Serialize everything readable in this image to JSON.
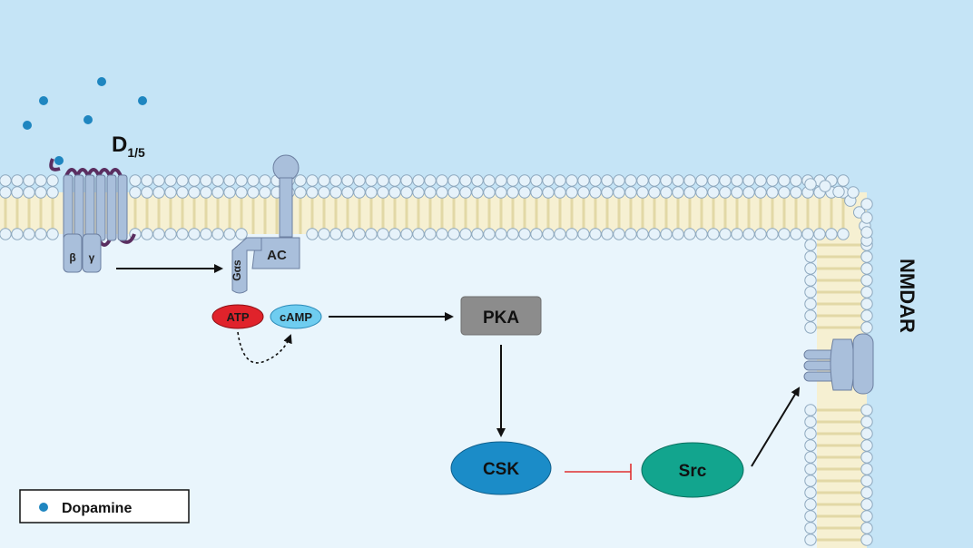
{
  "receptor": {
    "name": "D",
    "subscript": "1/5",
    "beta": "β",
    "gamma": "γ"
  },
  "g_protein": {
    "label": "Gαs"
  },
  "enzyme": {
    "label": "AC"
  },
  "atp": {
    "label": "ATP"
  },
  "camp": {
    "label": "cAMP"
  },
  "pka": {
    "label": "PKA"
  },
  "csk": {
    "label": "CSK"
  },
  "src": {
    "label": "Src"
  },
  "nmdar": {
    "label": "NMDAR"
  },
  "legend": {
    "dopamine": "Dopamine"
  },
  "colors": {
    "extracellular": "#c5e4f6",
    "intracellular": "#e9f5fc",
    "membrane_head": "#e6f2fa",
    "membrane_tail": "#f6f0d2",
    "receptor": "#a9bfdb",
    "receptor_loop": "#5a2e60",
    "dopamine": "#1f86c0",
    "atp": "#e0232b",
    "camp": "#6fcdf0",
    "pka": "#8c8c8c",
    "csk": "#1b8cc8",
    "src": "#12a58e",
    "inhibition": "#e03030"
  }
}
